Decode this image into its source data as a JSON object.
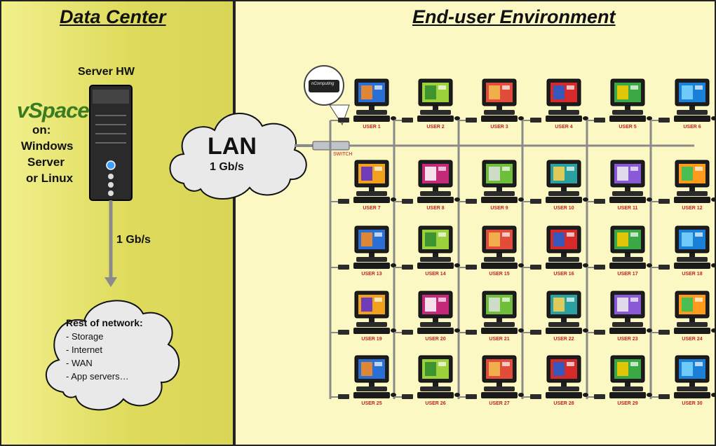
{
  "data_center": {
    "heading": "Data Center",
    "server_label": "Server HW",
    "vspace_logo": "vSpace",
    "os_lines": [
      "on:",
      "Windows",
      "Server",
      "or Linux"
    ],
    "link_speed": "1 Gb/s",
    "cloud": {
      "title": "Rest of network:",
      "items": [
        "- Storage",
        "- Internet",
        "- WAN",
        "- App servers…"
      ]
    }
  },
  "lan": {
    "label": "LAN",
    "speed": "1 Gb/s"
  },
  "end_user": {
    "heading": "End-user Environment",
    "switch_label": "SWITCH",
    "device_label": "nComputing",
    "users": [
      "USER 1",
      "USER 2",
      "USER 3",
      "USER 4",
      "USER 5",
      "USER 6",
      "USER 7",
      "USER 8",
      "USER 9",
      "USER 10",
      "USER 11",
      "USER 12",
      "USER 13",
      "USER 14",
      "USER 15",
      "USER 16",
      "USER 17",
      "USER 18",
      "USER 19",
      "USER 20",
      "USER 21",
      "USER 22",
      "USER 23",
      "USER 24",
      "USER 25",
      "USER 26",
      "USER 27",
      "USER 28",
      "USER 29",
      "USER 30"
    ]
  },
  "colors": {
    "data_center_bg": "#e3e06a",
    "end_user_bg": "#fcf8c4",
    "cable": "#8a8a8a",
    "user_label": "#c42020",
    "logo_green": "#3a7a20"
  }
}
